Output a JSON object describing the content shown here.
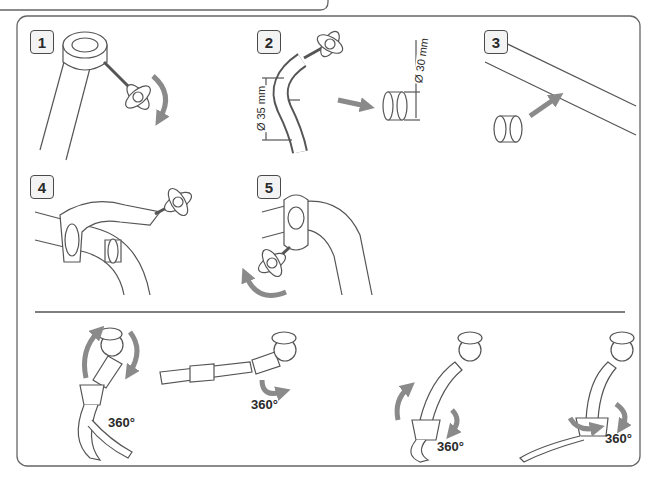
{
  "diagram": {
    "nodes": [
      {
        "text": [
          "1"
        ]
      },
      {
        "text": [
          "2"
        ]
      },
      {
        "text": [
          "3"
        ]
      },
      {
        "text": [
          "4"
        ]
      },
      {
        "text": [
          "5"
        ]
      }
    ],
    "labels": [
      "Ø 35 mm",
      "Ø 30 mm",
      "360°",
      "360°",
      "360°",
      "360°"
    ]
  }
}
